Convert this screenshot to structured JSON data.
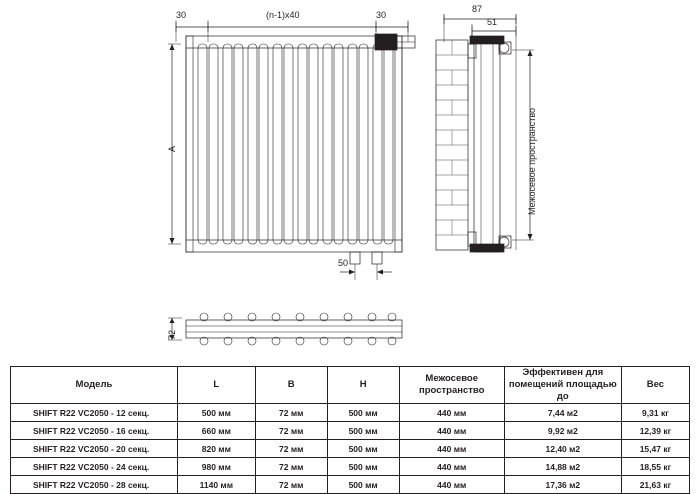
{
  "drawing": {
    "dimensions": {
      "front_left": "30",
      "front_top_center": "(n-1)x40",
      "front_right": "30",
      "front_height_label": "A",
      "front_bottom": "50",
      "side_top_outer": "87",
      "side_top_inner": "51",
      "side_vertical_label": "Межосевое пространство",
      "plan_left": "72"
    }
  },
  "table": {
    "headers": [
      "Модель",
      "L",
      "B",
      "H",
      "Межосевое пространство",
      "Эффективен для помещений площадью до",
      "Вес"
    ],
    "rows": [
      {
        "model": "SHIFT R22 VC2050 - 12 секц.",
        "l": "500 мм",
        "b": "72 мм",
        "h": "500 мм",
        "spacing": "440 мм",
        "area": "7,44 м2",
        "weight": "9,31 кг"
      },
      {
        "model": "SHIFT R22 VC2050 - 16 секц.",
        "l": "660 мм",
        "b": "72 мм",
        "h": "500 мм",
        "spacing": "440 мм",
        "area": "9,92 м2",
        "weight": "12,39 кг"
      },
      {
        "model": "SHIFT R22 VC2050 - 20 секц.",
        "l": "820 мм",
        "b": "72 мм",
        "h": "500 мм",
        "spacing": "440 мм",
        "area": "12,40 м2",
        "weight": "15,47 кг"
      },
      {
        "model": "SHIFT R22 VC2050 - 24 секц.",
        "l": "980 мм",
        "b": "72 мм",
        "h": "500 мм",
        "spacing": "440 мм",
        "area": "14,88 м2",
        "weight": "18,55 кг"
      },
      {
        "model": "SHIFT R22 VC2050 - 28 секц.",
        "l": "1140 мм",
        "b": "72 мм",
        "h": "500 мм",
        "spacing": "440 мм",
        "area": "17,36 м2",
        "weight": "21,63 кг"
      }
    ]
  }
}
